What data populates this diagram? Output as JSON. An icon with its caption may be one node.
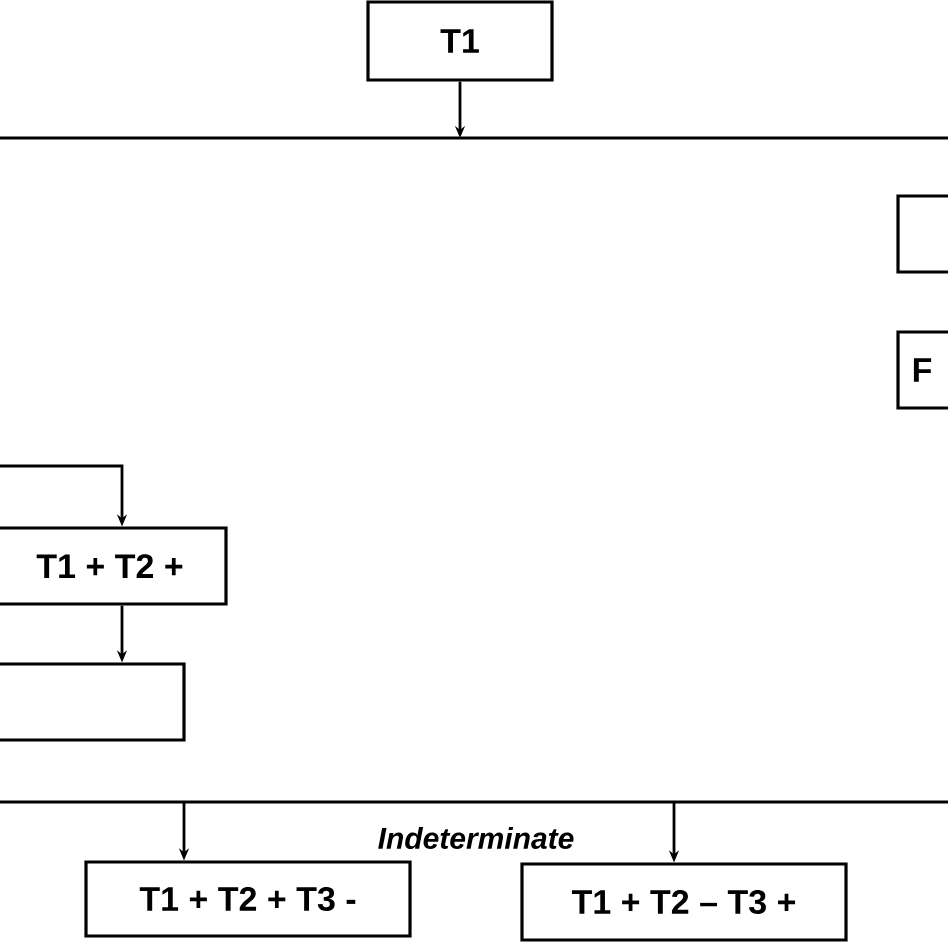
{
  "diagram": {
    "nodes": [
      {
        "text": [
          "T1"
        ]
      },
      {
        "text": [],
        "shape": "box"
      },
      {
        "text": [
          "F"
        ]
      },
      {
        "text": [
          "T1 + T2 +"
        ]
      },
      {
        "text": [],
        "shape": "box"
      },
      {
        "text": [
          "T1 + T2 + T3 -"
        ]
      },
      {
        "text": [
          "T1 + T2 – T3 +"
        ]
      }
    ],
    "edges": [
      {
        "from": 0,
        "to": null,
        "arrow": "to"
      },
      {
        "from": null,
        "to": 3,
        "arrow": "to"
      },
      {
        "from": 3,
        "to": 4,
        "arrow": "to"
      },
      {
        "from": null,
        "to": 5,
        "arrow": "to"
      },
      {
        "from": null,
        "to": 6,
        "arrow": "to"
      }
    ],
    "labels": [
      "Indeterminate"
    ]
  }
}
